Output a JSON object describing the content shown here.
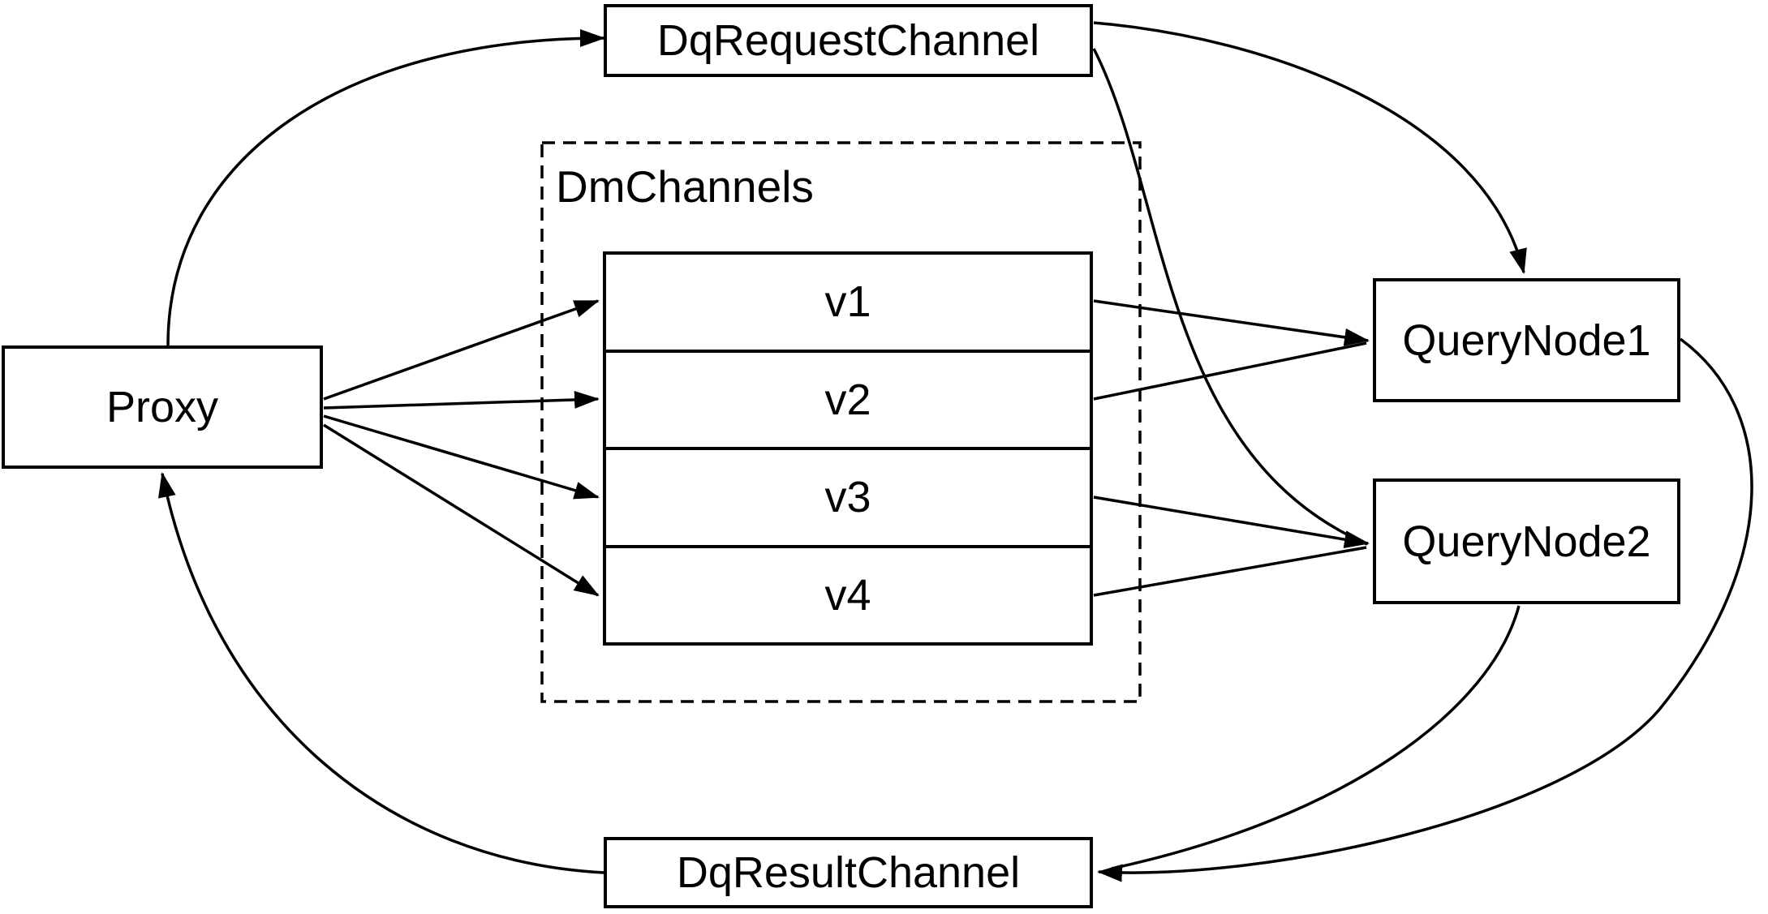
{
  "diagram": {
    "nodes": {
      "proxy": {
        "label": "Proxy"
      },
      "dq_request_channel": {
        "label": "DqRequestChannel"
      },
      "dm_channels": {
        "label": "DmChannels",
        "channels": [
          {
            "label": "v1"
          },
          {
            "label": "v2"
          },
          {
            "label": "v3"
          },
          {
            "label": "v4"
          }
        ]
      },
      "query_node_1": {
        "label": "QueryNode1"
      },
      "query_node_2": {
        "label": "QueryNode2"
      },
      "dq_result_channel": {
        "label": "DqResultChannel"
      }
    },
    "edges": [
      {
        "from": "Proxy",
        "to": "DqRequestChannel"
      },
      {
        "from": "DqRequestChannel",
        "to": "QueryNode1"
      },
      {
        "from": "DqRequestChannel",
        "to": "QueryNode2"
      },
      {
        "from": "Proxy",
        "to": "v1"
      },
      {
        "from": "Proxy",
        "to": "v2"
      },
      {
        "from": "Proxy",
        "to": "v3"
      },
      {
        "from": "Proxy",
        "to": "v4"
      },
      {
        "from": "v1",
        "to": "QueryNode1"
      },
      {
        "from": "v2",
        "to": "QueryNode1"
      },
      {
        "from": "v3",
        "to": "QueryNode2"
      },
      {
        "from": "v4",
        "to": "QueryNode2"
      },
      {
        "from": "QueryNode1",
        "to": "DqResultChannel"
      },
      {
        "from": "QueryNode2",
        "to": "DqResultChannel"
      },
      {
        "from": "DqResultChannel",
        "to": "Proxy"
      }
    ],
    "colors": {
      "line": "#000000",
      "text": "#000000",
      "node_fill": "#ffffff",
      "background": "#ffffff"
    }
  }
}
